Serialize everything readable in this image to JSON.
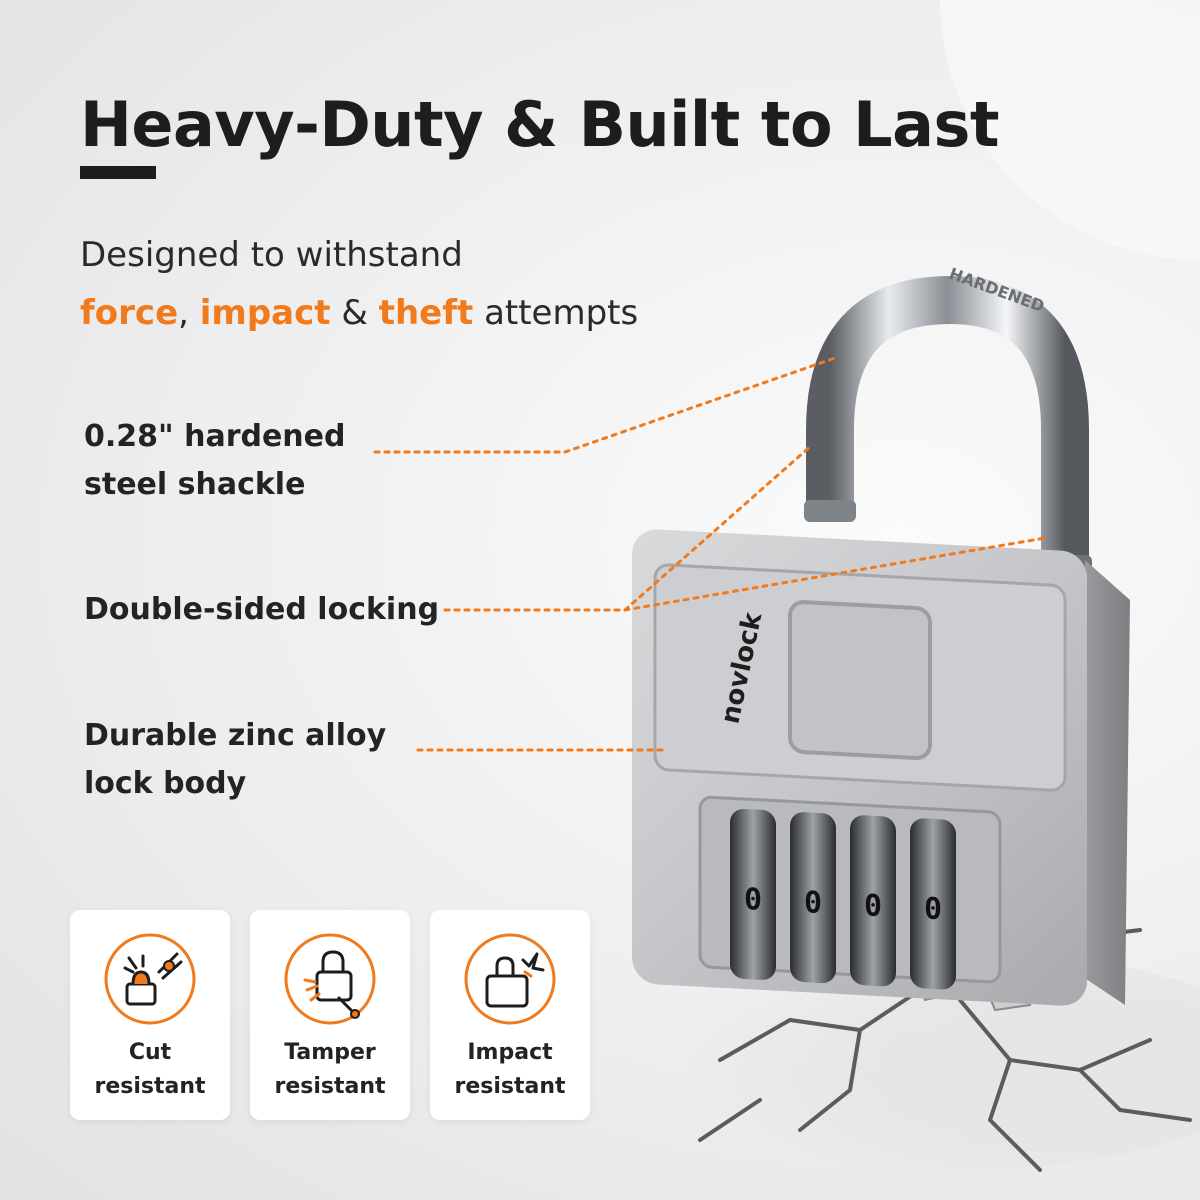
{
  "headline": "Heavy-Duty & Built to Last",
  "subtitle": {
    "line1": "Designed to withstand",
    "force": "force",
    "comma": ",",
    "impact": "impact",
    "amp": "&",
    "theft": "theft",
    "rest": "attempts"
  },
  "callouts": {
    "shackle_line1": "0.28\" hardened",
    "shackle_line2": "steel shackle",
    "locking": "Double-sided locking",
    "body_line1": "Durable zinc alloy",
    "body_line2": "lock body"
  },
  "lock": {
    "brand": "novlock",
    "shackle_engraving": "HARDENED",
    "dial_digits": [
      "0",
      "0",
      "0",
      "0"
    ]
  },
  "features": [
    {
      "line1": "Cut",
      "line2": "resistant",
      "icon": "cut-resistant-icon"
    },
    {
      "line1": "Tamper",
      "line2": "resistant",
      "icon": "tamper-resistant-icon"
    },
    {
      "line1": "Impact",
      "line2": "resistant",
      "icon": "impact-resistant-icon"
    }
  ],
  "colors": {
    "accent": "#f07a1c",
    "text": "#1d1d1d",
    "card": "#ffffff"
  }
}
